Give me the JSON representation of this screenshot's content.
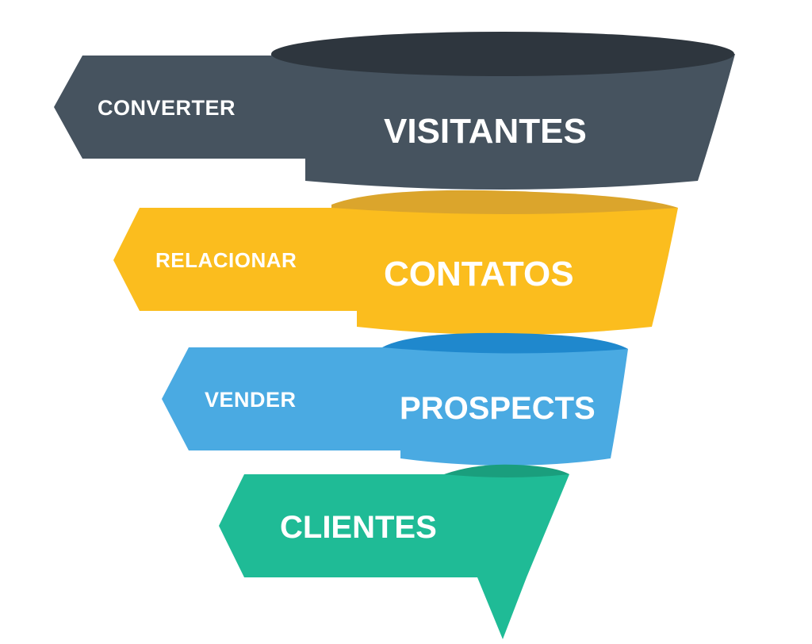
{
  "funnel": {
    "stages": [
      {
        "action": "CONVERTER",
        "name": "VISITANTES",
        "color": "#46535f",
        "shade": "#2e363e"
      },
      {
        "action": "RELACIONAR",
        "name": "CONTATOS",
        "color": "#fbbd1e",
        "shade": "#dba52c"
      },
      {
        "action": "VENDER",
        "name": "PROSPECTS",
        "color": "#4aaae2",
        "shade": "#1f88cd"
      },
      {
        "action": "",
        "name": "CLIENTES",
        "color": "#1fbb96",
        "shade": "#1a9e7d"
      }
    ]
  }
}
